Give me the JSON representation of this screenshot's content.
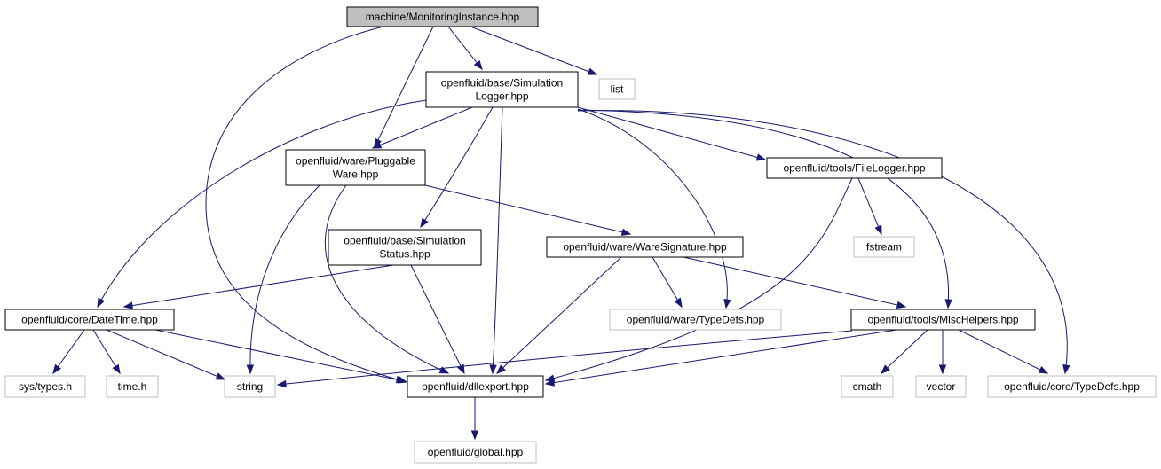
{
  "colors": {
    "edge": "#191970",
    "root_fill": "#bfbfbf",
    "external_border": "#bfbfbf",
    "border": "#000000",
    "background": "#ffffff"
  },
  "nodes": [
    {
      "id": "monitoring",
      "lines": [
        "machine/MonitoringInstance.hpp"
      ],
      "kind": "root"
    },
    {
      "id": "simlogger",
      "lines": [
        "openfluid/base/Simulation",
        "Logger.hpp"
      ],
      "kind": "primary"
    },
    {
      "id": "list",
      "lines": [
        "list"
      ],
      "kind": "external"
    },
    {
      "id": "pluggable",
      "lines": [
        "openfluid/ware/Pluggable",
        "Ware.hpp"
      ],
      "kind": "primary"
    },
    {
      "id": "filelogger",
      "lines": [
        "openfluid/tools/FileLogger.hpp"
      ],
      "kind": "primary"
    },
    {
      "id": "simstatus",
      "lines": [
        "openfluid/base/Simulation",
        "Status.hpp"
      ],
      "kind": "primary"
    },
    {
      "id": "waresig",
      "lines": [
        "openfluid/ware/WareSignature.hpp"
      ],
      "kind": "primary"
    },
    {
      "id": "fstream",
      "lines": [
        "fstream"
      ],
      "kind": "external"
    },
    {
      "id": "datetime",
      "lines": [
        "openfluid/core/DateTime.hpp"
      ],
      "kind": "primary"
    },
    {
      "id": "waretypedefs",
      "lines": [
        "openfluid/ware/TypeDefs.hpp"
      ],
      "kind": "external"
    },
    {
      "id": "mischelpers",
      "lines": [
        "openfluid/tools/MiscHelpers.hpp"
      ],
      "kind": "primary"
    },
    {
      "id": "systypes",
      "lines": [
        "sys/types.h"
      ],
      "kind": "external"
    },
    {
      "id": "timeh",
      "lines": [
        "time.h"
      ],
      "kind": "external"
    },
    {
      "id": "string",
      "lines": [
        "string"
      ],
      "kind": "external"
    },
    {
      "id": "dllexport",
      "lines": [
        "openfluid/dllexport.hpp"
      ],
      "kind": "primary"
    },
    {
      "id": "cmath",
      "lines": [
        "cmath"
      ],
      "kind": "external"
    },
    {
      "id": "vector",
      "lines": [
        "vector"
      ],
      "kind": "external"
    },
    {
      "id": "coretypedefs",
      "lines": [
        "openfluid/core/TypeDefs.hpp"
      ],
      "kind": "external"
    },
    {
      "id": "global",
      "lines": [
        "openfluid/global.hpp"
      ],
      "kind": "external"
    }
  ],
  "edges": [
    {
      "from": "monitoring",
      "to": "simlogger"
    },
    {
      "from": "monitoring",
      "to": "list"
    },
    {
      "from": "monitoring",
      "to": "pluggable"
    },
    {
      "from": "monitoring",
      "to": "dllexport"
    },
    {
      "from": "simlogger",
      "to": "pluggable"
    },
    {
      "from": "simlogger",
      "to": "filelogger"
    },
    {
      "from": "simlogger",
      "to": "simstatus"
    },
    {
      "from": "simlogger",
      "to": "datetime"
    },
    {
      "from": "simlogger",
      "to": "waretypedefs"
    },
    {
      "from": "simlogger",
      "to": "mischelpers"
    },
    {
      "from": "simlogger",
      "to": "dllexport"
    },
    {
      "from": "simlogger",
      "to": "coretypedefs"
    },
    {
      "from": "pluggable",
      "to": "waresig"
    },
    {
      "from": "pluggable",
      "to": "string"
    },
    {
      "from": "pluggable",
      "to": "dllexport"
    },
    {
      "from": "filelogger",
      "to": "fstream"
    },
    {
      "from": "filelogger",
      "to": "dllexport"
    },
    {
      "from": "simstatus",
      "to": "datetime"
    },
    {
      "from": "simstatus",
      "to": "dllexport"
    },
    {
      "from": "waresig",
      "to": "waretypedefs"
    },
    {
      "from": "waresig",
      "to": "mischelpers"
    },
    {
      "from": "waresig",
      "to": "dllexport"
    },
    {
      "from": "datetime",
      "to": "systypes"
    },
    {
      "from": "datetime",
      "to": "timeh"
    },
    {
      "from": "datetime",
      "to": "string"
    },
    {
      "from": "datetime",
      "to": "dllexport"
    },
    {
      "from": "mischelpers",
      "to": "string"
    },
    {
      "from": "mischelpers",
      "to": "dllexport"
    },
    {
      "from": "mischelpers",
      "to": "cmath"
    },
    {
      "from": "mischelpers",
      "to": "vector"
    },
    {
      "from": "mischelpers",
      "to": "coretypedefs"
    },
    {
      "from": "dllexport",
      "to": "global"
    }
  ]
}
